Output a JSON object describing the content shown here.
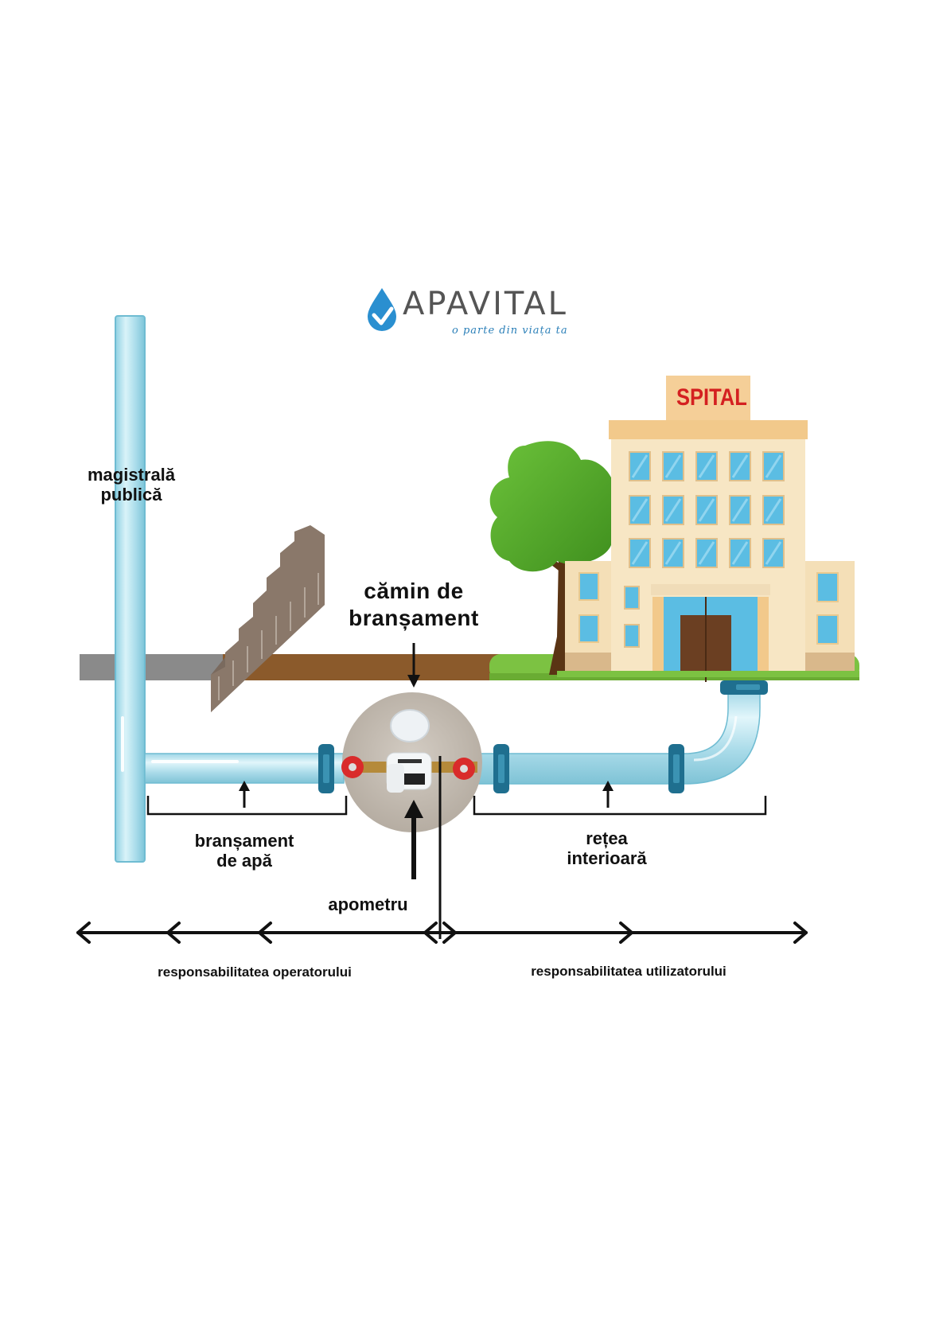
{
  "logo": {
    "brand": "APAVITAL",
    "tagline": "o parte din viața ta",
    "icon": "water-drop-check-icon",
    "brand_color": "#2a8fd0",
    "text_color": "#555555"
  },
  "building": {
    "sign": "SPITAL",
    "sign_color": "#d42020"
  },
  "labels": {
    "main_pipe": [
      "magistrală",
      "publică"
    ],
    "connection_chamber": [
      "cămin de",
      "branșament"
    ],
    "water_connection": [
      "branșament",
      "de apă"
    ],
    "internal_network": [
      "rețea",
      "interioară"
    ],
    "water_meter": "apometru",
    "operator_responsibility": "responsabilitatea operatorului",
    "user_responsibility": "responsabilitatea utilizatorului"
  },
  "colors": {
    "pipe_fill": "#bfe6f0",
    "pipe_edge": "#7cc4d8",
    "coupling": "#1f6f8f",
    "ground_gray": "#8a8a8a",
    "ground_brown": "#8b5a2b",
    "grass": "#7cc242",
    "facade": "#f7e6c4",
    "trim": "#f2c98b",
    "window": "#5bbde3",
    "door": "#6b3f22",
    "valve": "#d92b2b",
    "chamber": "#c8bfb4"
  }
}
